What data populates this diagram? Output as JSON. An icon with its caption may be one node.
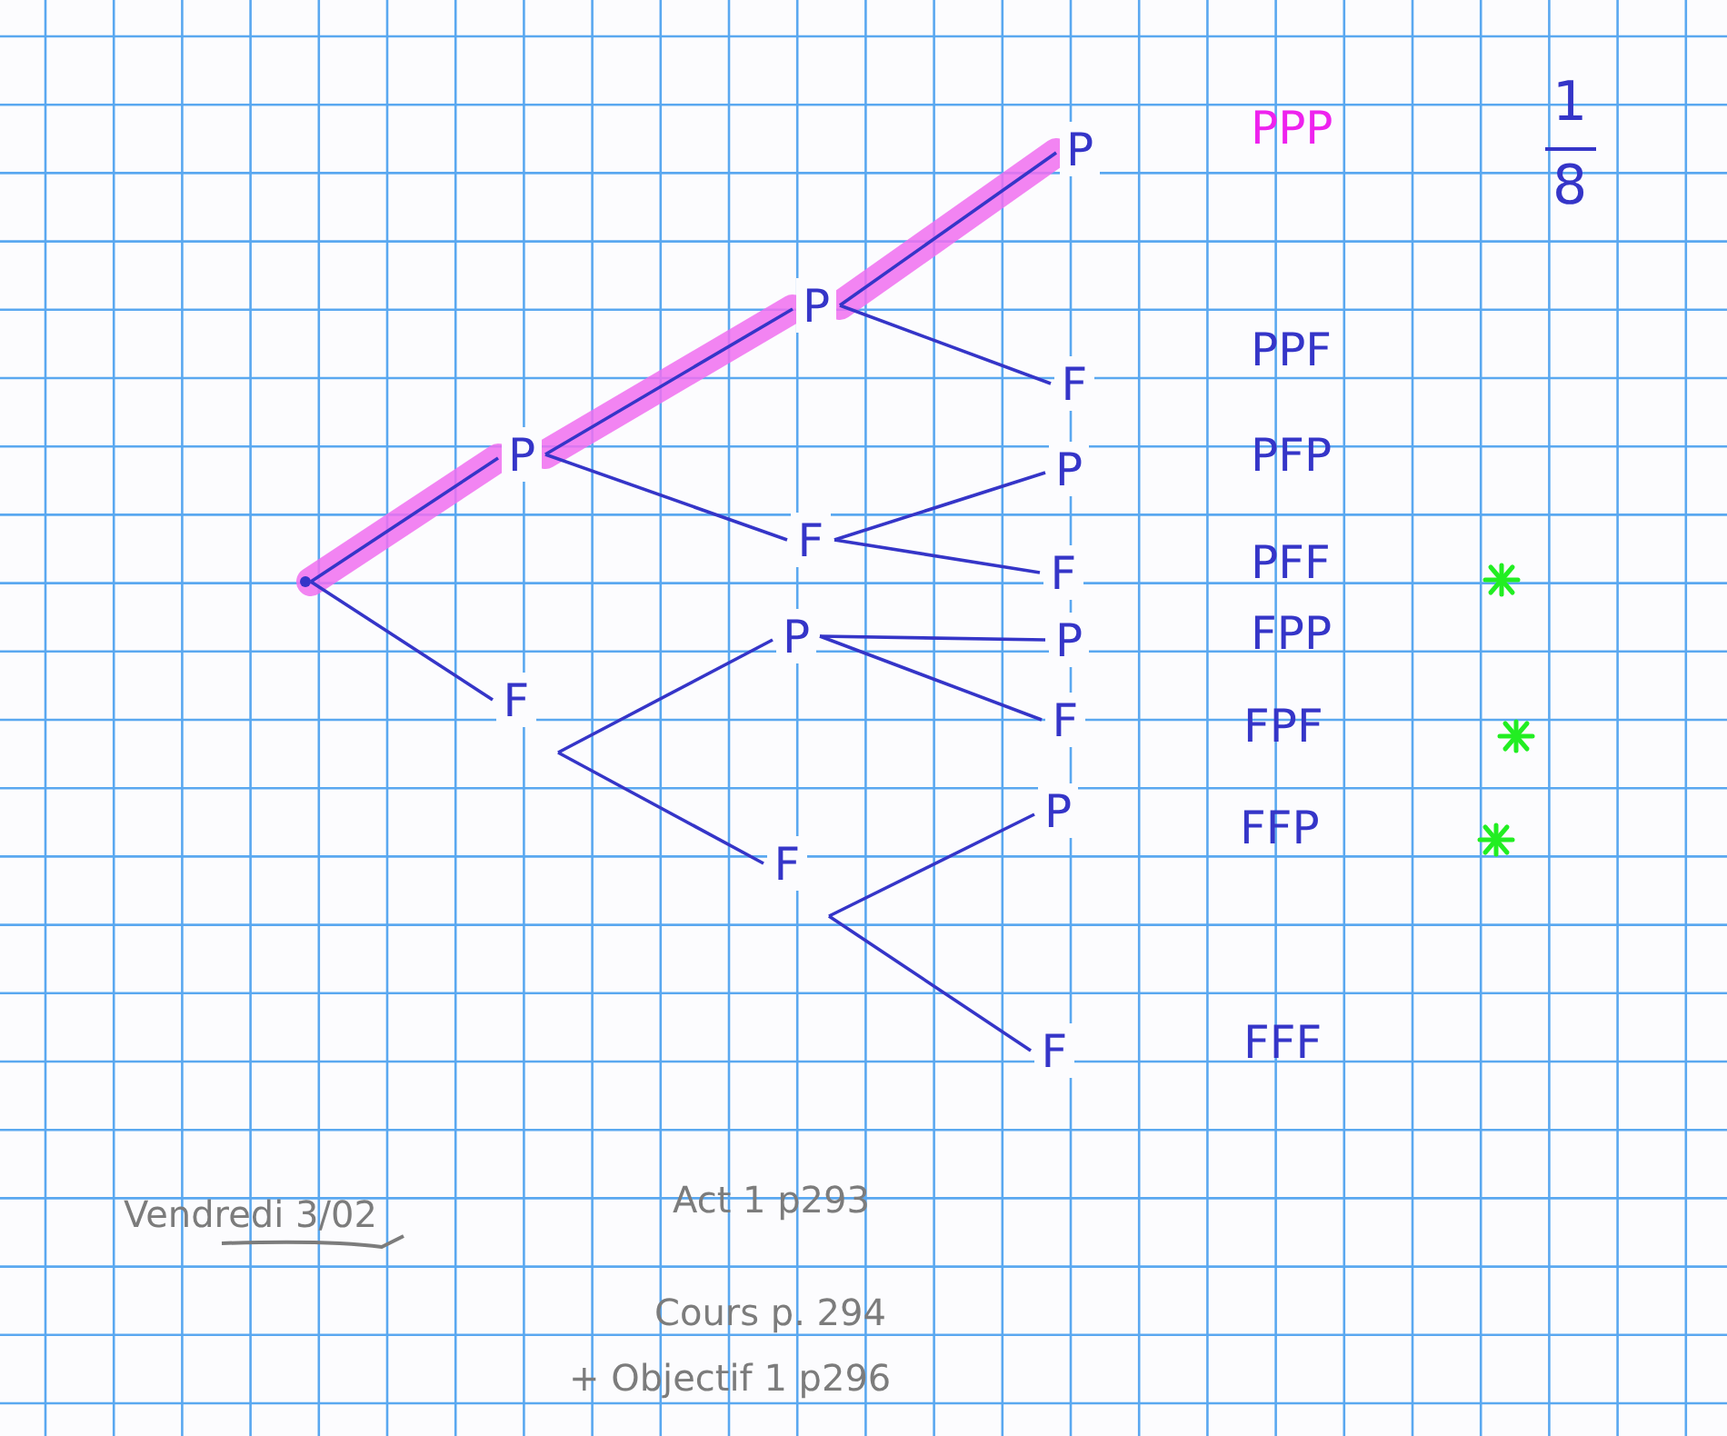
{
  "diagram": {
    "nodes": [
      {
        "text": [],
        "shape": "point"
      },
      {
        "text": [
          "P"
        ]
      },
      {
        "text": [
          "F"
        ]
      },
      {
        "text": [
          "P"
        ]
      },
      {
        "text": [
          "F"
        ]
      },
      {
        "text": [
          "P"
        ]
      },
      {
        "text": [
          "F"
        ]
      },
      {
        "text": [
          "P"
        ]
      },
      {
        "text": [
          "F"
        ]
      },
      {
        "text": [
          "P"
        ]
      },
      {
        "text": [
          "F"
        ]
      },
      {
        "text": [
          "P"
        ]
      },
      {
        "text": [
          "F"
        ]
      },
      {
        "text": [
          "P"
        ]
      },
      {
        "text": [
          "F"
        ]
      }
    ],
    "edges": [
      {
        "from": 0,
        "to": 1,
        "arrow": "none",
        "style": "thick",
        "color": "#f06ef0"
      },
      {
        "from": 0,
        "to": 2,
        "arrow": "none"
      },
      {
        "from": 1,
        "to": 3,
        "arrow": "none",
        "style": "thick",
        "color": "#f06ef0"
      },
      {
        "from": 1,
        "to": 4,
        "arrow": "none"
      },
      {
        "from": 2,
        "to": 5,
        "arrow": "none"
      },
      {
        "from": 2,
        "to": 6,
        "arrow": "none"
      },
      {
        "from": 3,
        "to": 7,
        "arrow": "none",
        "style": "thick",
        "color": "#f06ef0"
      },
      {
        "from": 3,
        "to": 8,
        "arrow": "none"
      },
      {
        "from": 4,
        "to": 9,
        "arrow": "none"
      },
      {
        "from": 4,
        "to": 10,
        "arrow": "none"
      },
      {
        "from": 5,
        "to": 11,
        "arrow": "none"
      },
      {
        "from": 5,
        "to": 12,
        "arrow": "none"
      },
      {
        "from": 6,
        "to": 13,
        "arrow": "none"
      },
      {
        "from": 6,
        "to": 14,
        "arrow": "none"
      }
    ],
    "labels": [
      "PPP",
      "1",
      "8",
      "PPF",
      "PFP",
      "PFF",
      "FPP",
      "FPF",
      "FFP",
      "FFF",
      "Vendredi 3/02",
      "Act 1 p293",
      "Cours p. 294",
      "+ Objectif 1 p296"
    ]
  }
}
